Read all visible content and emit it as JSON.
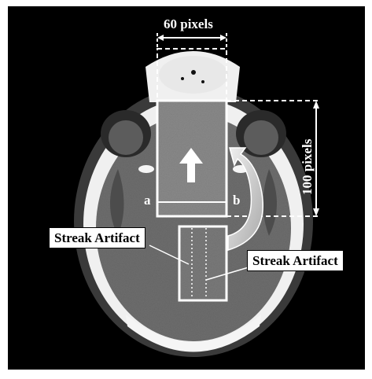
{
  "labels": {
    "width_label": "60 pixels",
    "height_label": "100 pixels",
    "point_a": "a",
    "point_b": "b",
    "streak_left": "Streak Artifact",
    "streak_right": "Streak Artifact"
  },
  "colors": {
    "background": "#000000",
    "skull": "#f2f2f2",
    "brain": "#6e6e6e",
    "annotation": "#ffffff",
    "curved_arrow": "#cfcfcf"
  },
  "icons": {
    "up_arrow": "arrow-up-icon",
    "curved_arrow": "curved-arrow-icon"
  }
}
